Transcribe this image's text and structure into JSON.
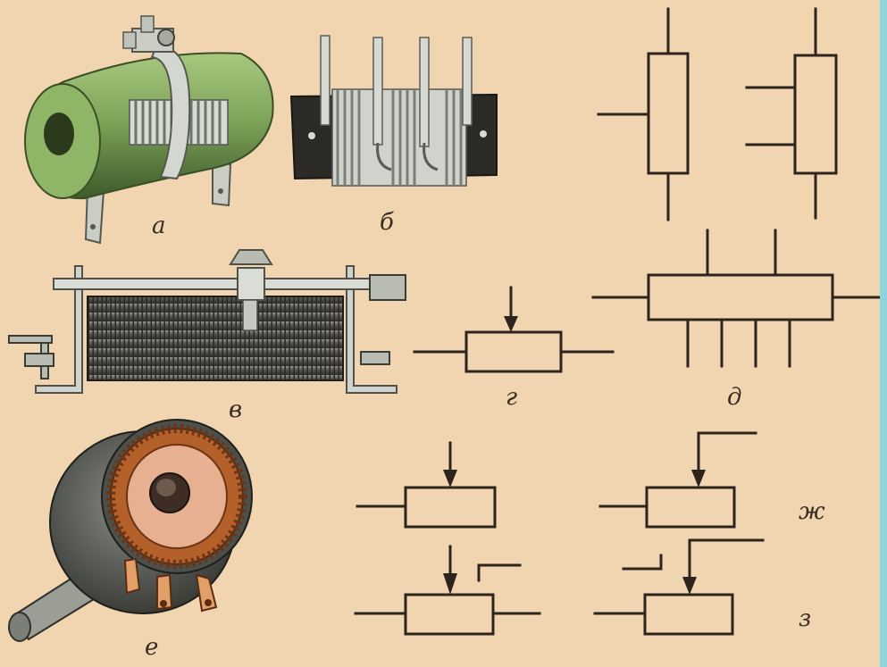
{
  "labels": {
    "a": "а",
    "b": "б",
    "v": "в",
    "g": "г",
    "d": "д",
    "e": "е",
    "zh": "ж",
    "z": "з"
  },
  "colors": {
    "background": "#f1d5b0",
    "ink": "#3a2c22",
    "green_body": "#7fa55a",
    "green_dark": "#4f6f34",
    "metal": "#cdd1c9",
    "metal_dark": "#8c9088",
    "black_base": "#2c2a26",
    "winding": "#5c5a55",
    "copper": "#b3602a",
    "copper_light": "#e7b091",
    "edge": "#8fd3dc"
  }
}
